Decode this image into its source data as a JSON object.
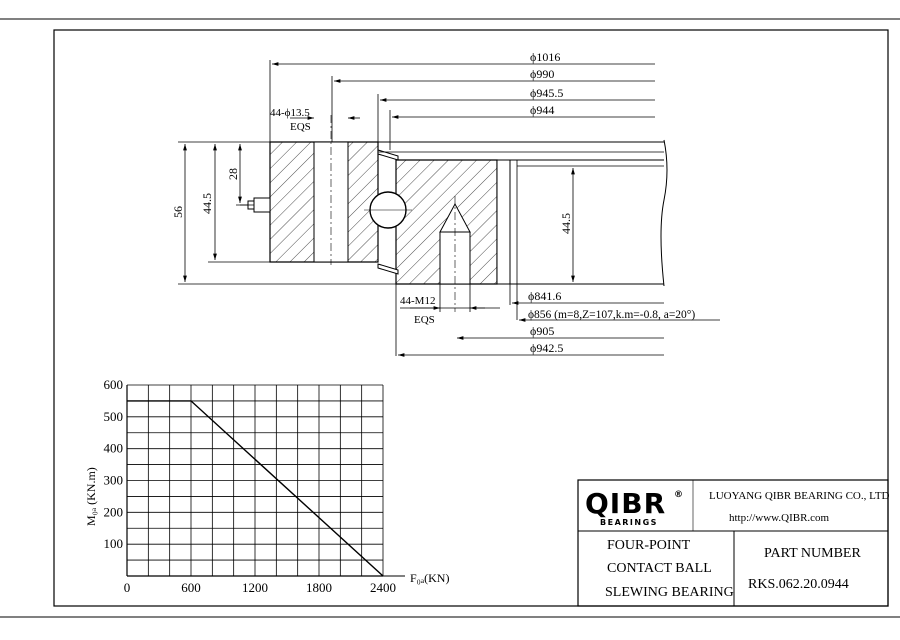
{
  "drawing": {
    "dims_top": {
      "d1016": "ϕ1016",
      "d990": "ϕ990",
      "d945_5": "ϕ945.5",
      "d944": "ϕ944",
      "holes": "44-ϕ13.5",
      "holes_eqs": "EQS"
    },
    "dims_side": {
      "h56": "56",
      "h44_5_left": "44.5",
      "h28": "28",
      "h44_5_right": "44.5"
    },
    "dims_bottom": {
      "m12": "44-M12",
      "m12_eqs": "EQS",
      "d841_6": "ϕ841.6",
      "d856": "ϕ856 (m=8,Z=107,k.m=-0.8, a=20°)",
      "d905": "ϕ905",
      "d942_5": "ϕ942.5"
    }
  },
  "chart_data": {
    "type": "line",
    "x": [
      0,
      600,
      2400
    ],
    "y": [
      550,
      550,
      0
    ],
    "xlabel": "F₀ₐ(KN)",
    "ylabel": "M₀ₐ (KN.m)",
    "xticks": [
      "0",
      "600",
      "1200",
      "1800",
      "2400"
    ],
    "yticks": [
      "100",
      "200",
      "300",
      "400",
      "500",
      "600"
    ],
    "xlim": [
      0,
      2400
    ],
    "ylim": [
      0,
      600
    ],
    "grid": true
  },
  "title_block": {
    "logo_text": "QIBR",
    "logo_sub": "BEARINGS",
    "company": "LUOYANG QIBR BEARING CO., LTD",
    "website": "http://www.QIBR.com",
    "desc_line1": "FOUR-POINT",
    "desc_line2": "CONTACT BALL",
    "desc_line3": "SLEWING BEARING",
    "part_label": "PART  NUMBER",
    "part_value": "RKS.062.20.0944"
  }
}
